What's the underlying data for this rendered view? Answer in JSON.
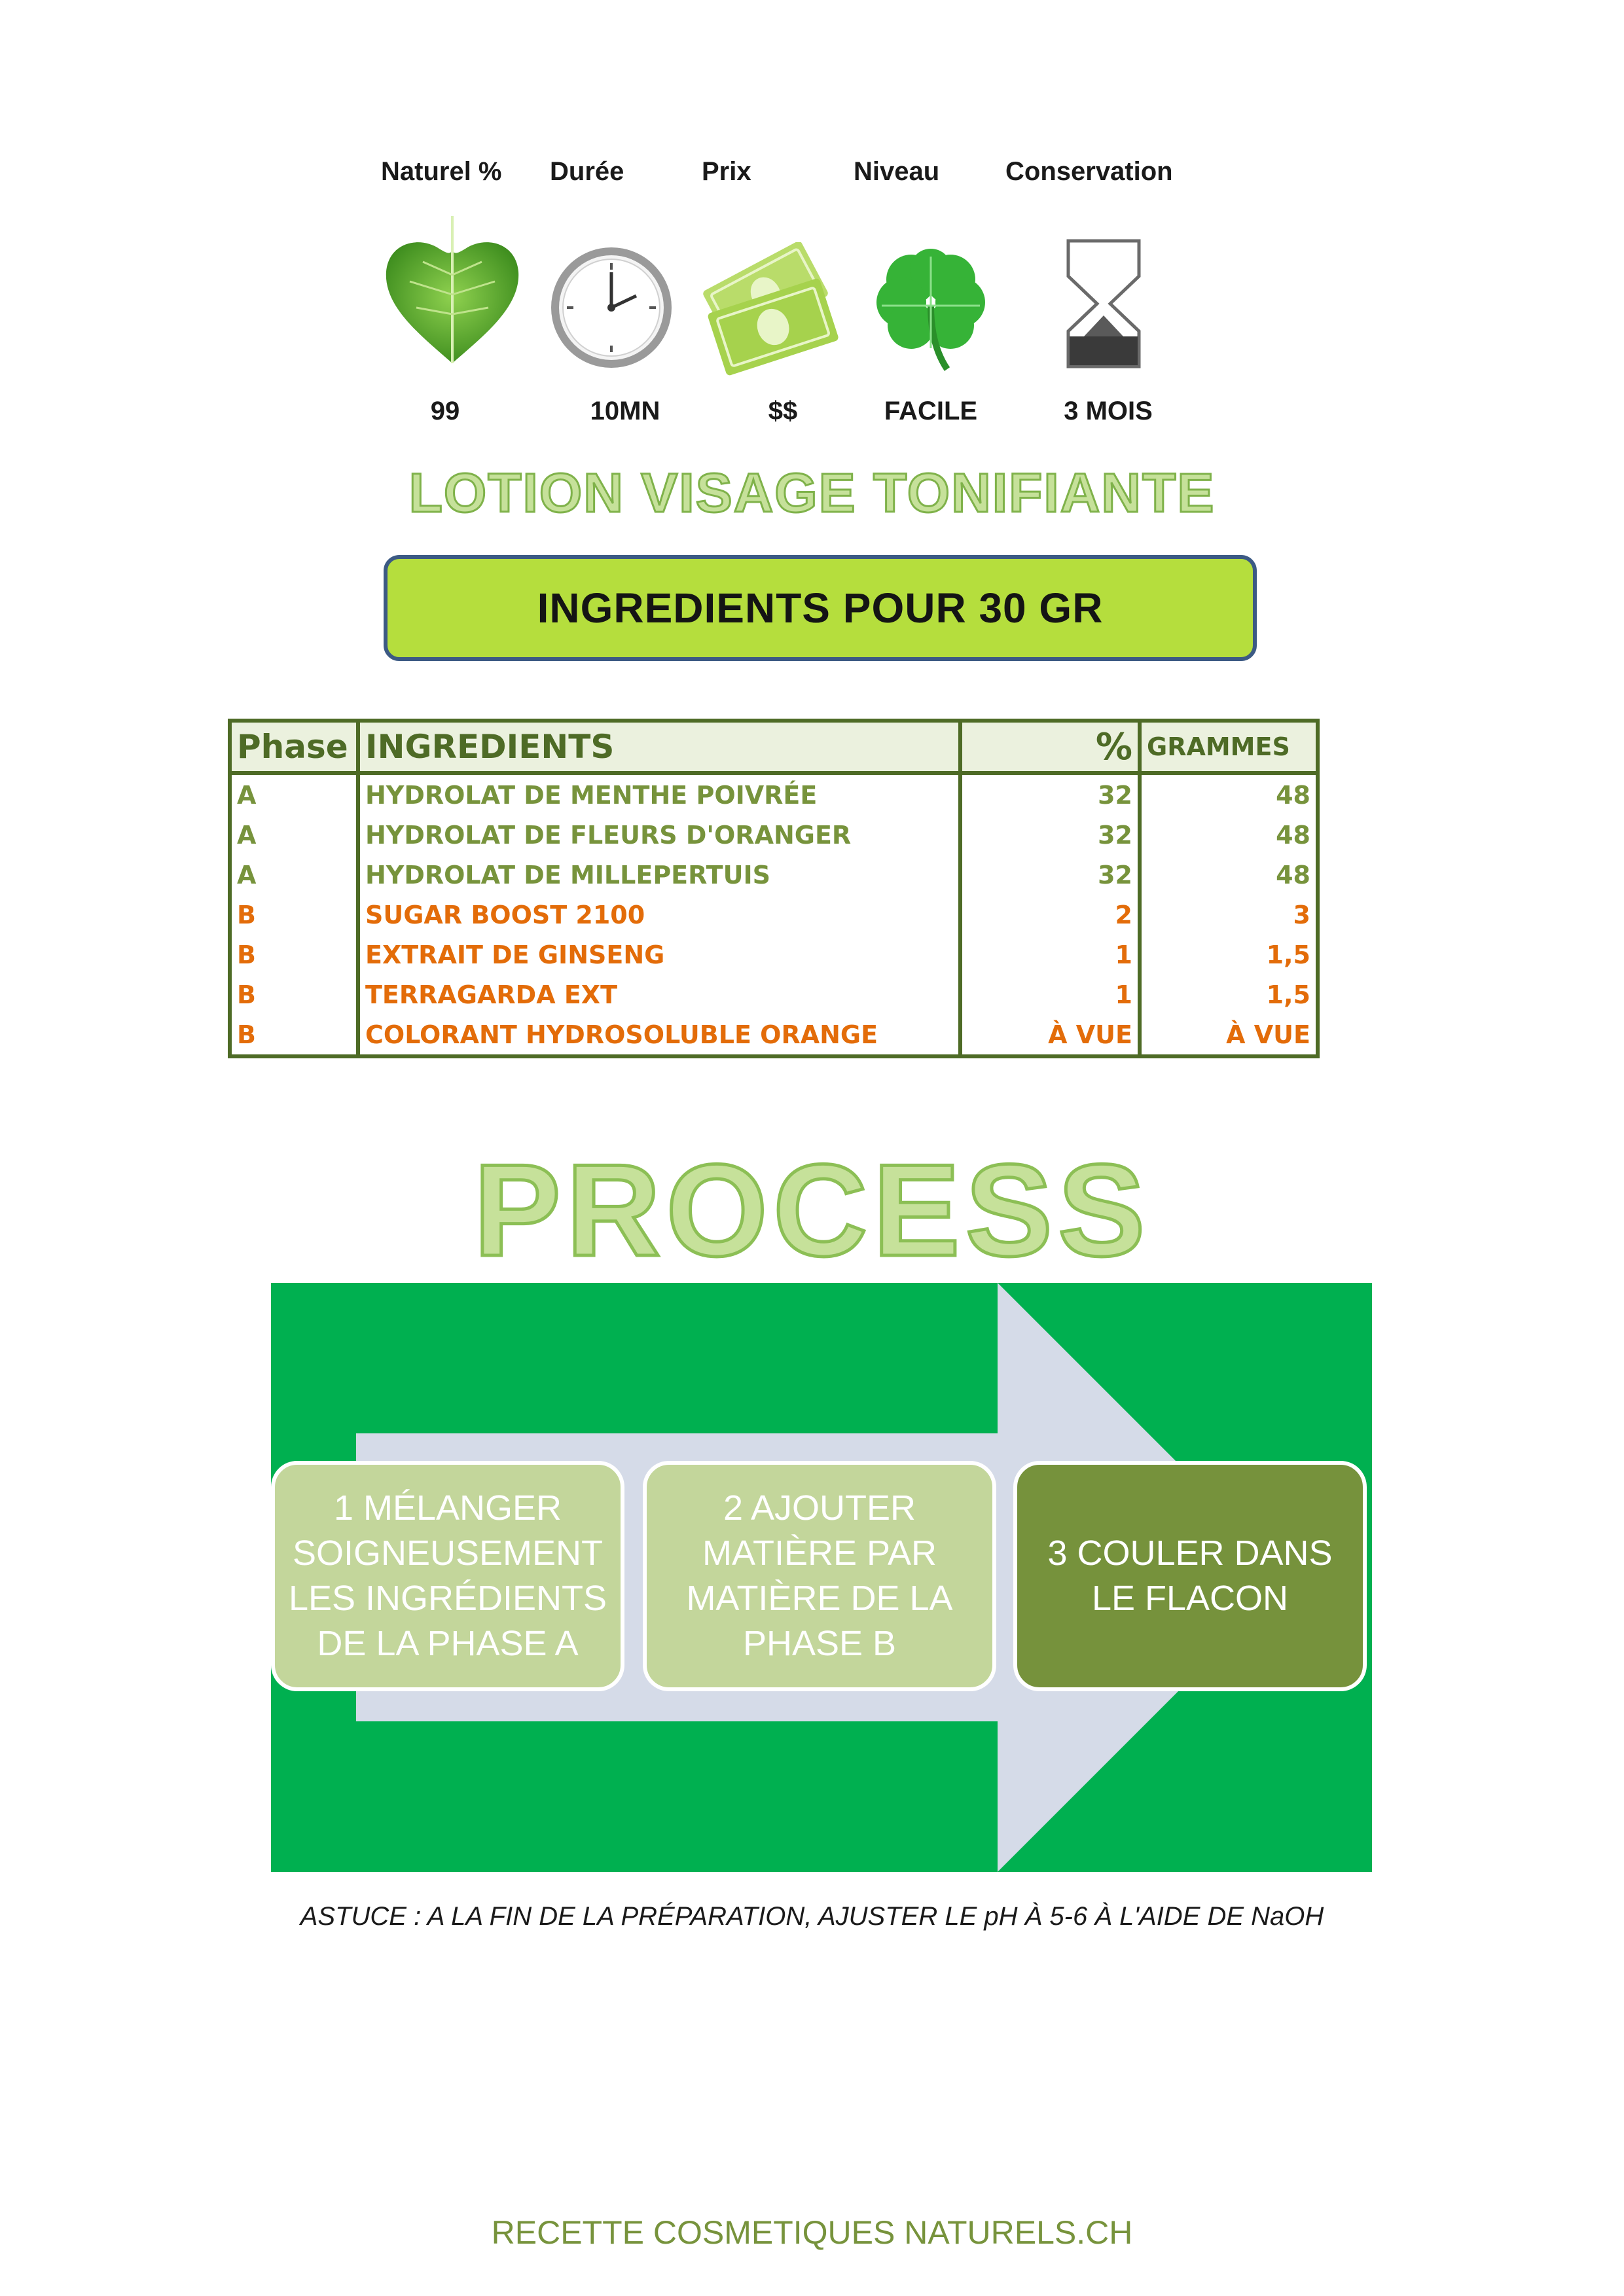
{
  "meta": {
    "labels": {
      "natural": "Naturel %",
      "duration": "Durée",
      "price": "Prix",
      "level": "Niveau",
      "conservation": "Conservation"
    },
    "values": {
      "natural": "99",
      "duration": "10MN",
      "price": "$$",
      "level": "FACILE",
      "conservation": "3 MOIS"
    },
    "icons": [
      "leaf-icon",
      "clock-icon",
      "money-icon",
      "clover-icon",
      "hourglass-icon"
    ]
  },
  "title": "LOTION VISAGE TONIFIANTE",
  "banner": "INGREDIENTS POUR 30 GR",
  "table": {
    "headers": {
      "phase": "Phase",
      "ingredient": "INGREDIENTS",
      "percent": "%",
      "grams": "GRAMMES"
    },
    "rows": [
      {
        "phase": "A",
        "ingredient": "HYDROLAT DE MENTHE POIVRÉE",
        "percent": "32",
        "grams": "48"
      },
      {
        "phase": "A",
        "ingredient": "HYDROLAT DE FLEURS D'ORANGER",
        "percent": "32",
        "grams": "48"
      },
      {
        "phase": "A",
        "ingredient": "HYDROLAT DE MILLEPERTUIS",
        "percent": "32",
        "grams": "48"
      },
      {
        "phase": "B",
        "ingredient": "SUGAR BOOST 2100",
        "percent": "2",
        "grams": "3"
      },
      {
        "phase": "B",
        "ingredient": "EXTRAIT DE GINSENG",
        "percent": "1",
        "grams": "1,5"
      },
      {
        "phase": "B",
        "ingredient": "TERRAGARDA EXT",
        "percent": "1",
        "grams": "1,5"
      },
      {
        "phase": "B",
        "ingredient": "COLORANT HYDROSOLUBLE ORANGE",
        "percent": "À VUE",
        "grams": "À VUE"
      }
    ]
  },
  "process": {
    "title": "PROCESS",
    "steps": [
      "1 MÉLANGER SOIGNEUSEMENT LES INGRÉDIENTS DE LA PHASE A",
      "2 AJOUTER MATIÈRE PAR MATIÈRE DE LA PHASE B",
      "3 COULER DANS LE FLACON"
    ]
  },
  "tip": "ASTUCE : A LA FIN DE LA PRÉPARATION, AJUSTER LE pH À 5-6 À L'AIDE DE NaOH",
  "footer": "RECETTE COSMETIQUES NATURELS.CH",
  "colors": {
    "phase_a_text": "#77933c",
    "phase_b_text": "#e36c09",
    "table_border": "#4e6b26",
    "banner_fill": "#b5de3d",
    "process_bg": "#00b050",
    "arrow": "#d5dbe8",
    "step_light": "#c3d69b",
    "step_dark": "#76923c"
  }
}
